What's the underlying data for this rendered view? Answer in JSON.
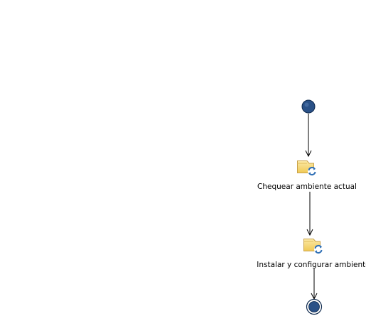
{
  "diagram": {
    "type": "activity-diagram",
    "nodes": [
      {
        "id": "start",
        "kind": "initial"
      },
      {
        "id": "task1",
        "kind": "activity",
        "icon": "folder-refresh-icon",
        "label": "Chequear ambiente actual"
      },
      {
        "id": "task2",
        "kind": "activity",
        "icon": "folder-refresh-icon",
        "label": "Instalar y configurar ambiente"
      },
      {
        "id": "end",
        "kind": "final"
      }
    ],
    "edges": [
      {
        "from": "start",
        "to": "task1"
      },
      {
        "from": "task1",
        "to": "task2"
      },
      {
        "from": "task2",
        "to": "end"
      }
    ],
    "colors": {
      "node_fill": "#2a5187",
      "node_stroke": "#0f2a4e",
      "edge": "#000000",
      "folder_fill": "#f7dd86",
      "folder_stroke": "#c9a24a",
      "refresh_icon": "#2f6fb5"
    }
  }
}
